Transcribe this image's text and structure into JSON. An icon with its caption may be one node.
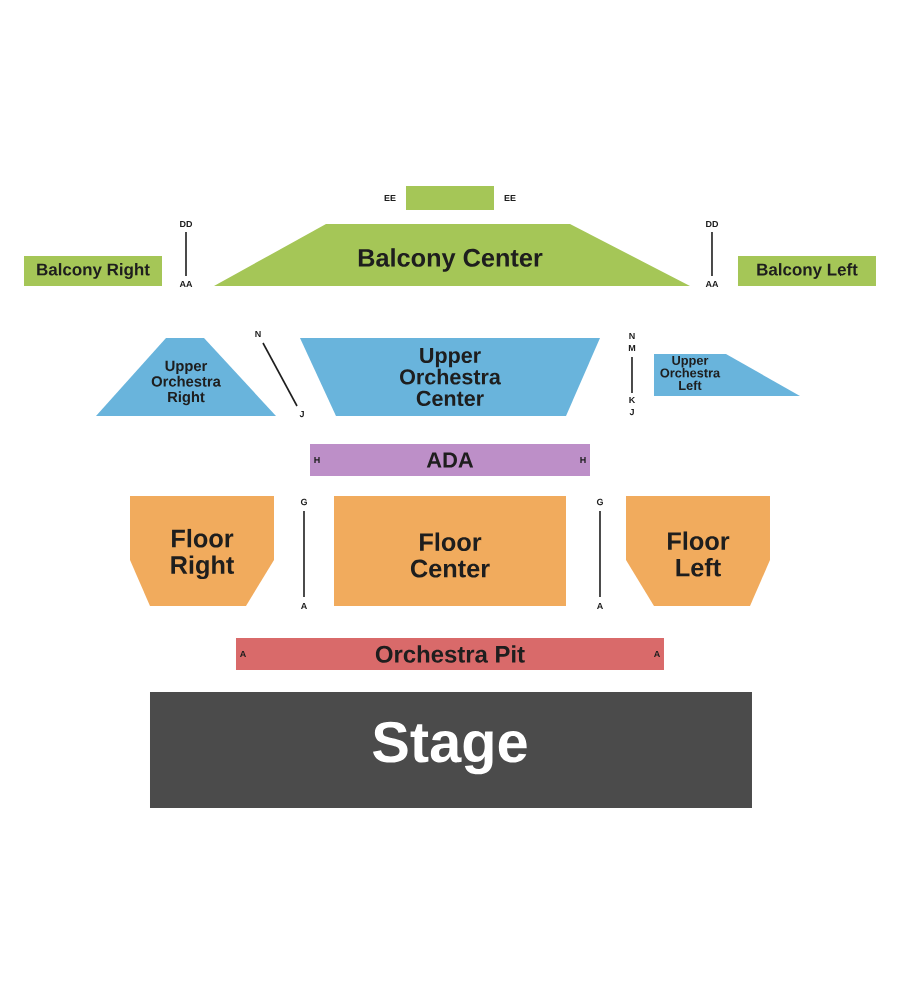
{
  "diagram": {
    "nodes": [
      {
        "text": [],
        "shape": "box",
        "beside": [
          "EE",
          "EE"
        ]
      },
      {
        "text": [
          "Balcony Right"
        ]
      },
      {
        "text": [
          "Balcony Center"
        ]
      },
      {
        "text": [
          "Balcony Left"
        ]
      },
      {
        "text": [
          "Upper Orchestra Right"
        ]
      },
      {
        "text": [
          "Upper Orchestra Center"
        ]
      },
      {
        "text": [
          "Upper Orchestra Left"
        ]
      },
      {
        "text": [
          "H",
          "ADA",
          "H"
        ]
      },
      {
        "text": [
          "Floor Right"
        ]
      },
      {
        "text": [
          "Floor Center"
        ]
      },
      {
        "text": [
          "Floor Left"
        ]
      },
      {
        "text": [
          "A",
          "Orchestra Pit",
          "A"
        ]
      },
      {
        "text": [
          "Stage"
        ]
      }
    ],
    "labels": [
      "DD",
      "AA",
      "DD",
      "AA",
      "N",
      "J",
      "N",
      "M",
      "K",
      "J",
      "G",
      "A",
      "G",
      "A"
    ]
  }
}
